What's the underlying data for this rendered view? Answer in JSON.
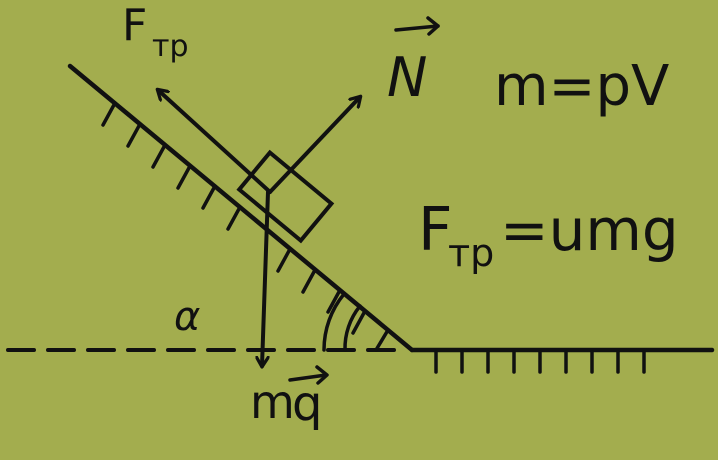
{
  "colors": {
    "background": "#a3ad4e",
    "ink": "#111111",
    "accent_gray": "#8a8a8a"
  },
  "labels": {
    "friction_force": {
      "main": "F",
      "sub": "тр"
    },
    "normal_force": "N",
    "gravity": {
      "m": "m",
      "g": "q"
    },
    "angle": "α",
    "mass_formula": "m=pV",
    "friction_formula": {
      "main": "F",
      "sub": "тр",
      "rest": "=umg"
    }
  }
}
